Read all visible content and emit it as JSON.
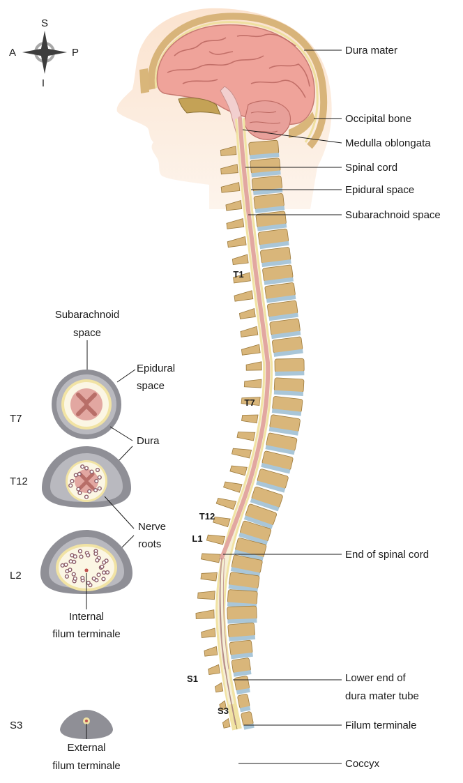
{
  "compass": {
    "superior": "S",
    "anterior": "A",
    "posterior": "P",
    "inferior": "I"
  },
  "sagittal_labels": {
    "dura_mater": "Dura mater",
    "occipital_bone": "Occipital bone",
    "medulla_oblongata": "Medulla oblongata",
    "spinal_cord": "Spinal cord",
    "epidural_space": "Epidural space",
    "subarachnoid_space": "Subarachnoid space",
    "end_of_spinal_cord": "End of spinal cord",
    "lower_end_dura_line1": "Lower end of",
    "lower_end_dura_line2": "dura mater tube",
    "filum_terminale": "Filum terminale",
    "coccyx": "Coccyx"
  },
  "vertebra_labels": {
    "t1": "T1",
    "t7": "T7",
    "t12": "T12",
    "l1": "L1",
    "s1": "S1",
    "s3": "S3"
  },
  "section_levels": {
    "t7": "T7",
    "t12": "T12",
    "l2": "L2",
    "s3": "S3"
  },
  "section_labels": {
    "subarachnoid_line1": "Subarachnoid",
    "subarachnoid_line2": "space",
    "epidural_line1": "Epidural",
    "epidural_line2": "space",
    "dura": "Dura",
    "nerve_roots_line1": "Nerve",
    "nerve_roots_line2": "roots",
    "internal_filum_line1": "Internal",
    "internal_filum_line2": "filum terminale",
    "external_filum_line1": "External",
    "external_filum_line2": "filum terminale"
  },
  "colors": {
    "bone": "#d9b67a",
    "disc": "#a9c6d8",
    "cord": "#e2a7a1",
    "dura": "#f1e3a4",
    "skin": "#fbe6d5",
    "brain": "#efa39a",
    "section_outer": "#8f8f96"
  }
}
